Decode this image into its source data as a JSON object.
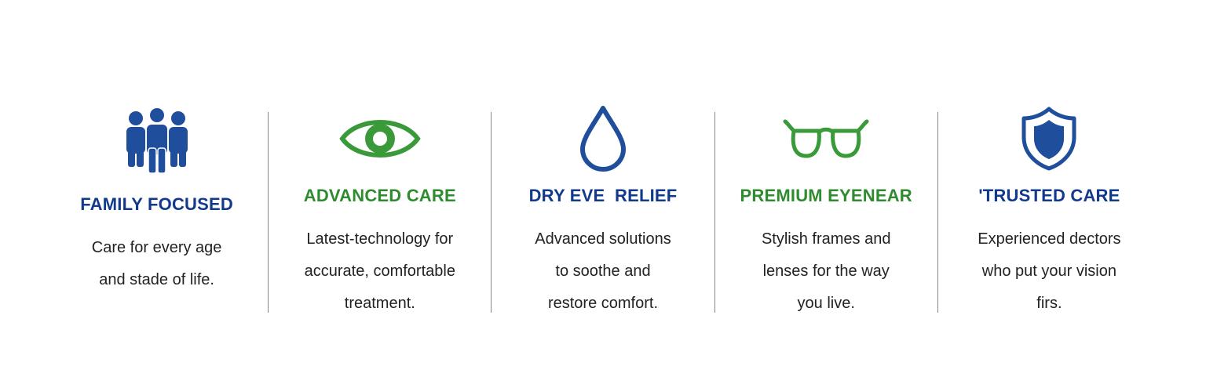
{
  "colors": {
    "blue": "#1f4e9c",
    "green": "#3a9a3a",
    "title_blue": "#123a8c",
    "title_green": "#2e8b2e",
    "divider": "#7f8a8f"
  },
  "features": [
    {
      "icon": "family-icon",
      "title": "FAMILY FOCUSED",
      "lines": [
        "Care for every age",
        "and stade of life."
      ]
    },
    {
      "icon": "eye-icon",
      "title": "ADVANCED CARE",
      "lines": [
        "Latest-technology for",
        "accurate, comfortable",
        "treatment."
      ]
    },
    {
      "icon": "water-drop-icon",
      "title": "DRY EVE  RELIEF",
      "lines": [
        "Advanced solutions",
        "to soothe and",
        "restore comfort."
      ]
    },
    {
      "icon": "eyeglasses-icon",
      "title": "PREMIUM EYENEAR",
      "lines": [
        "Stylish frames and",
        "lenses for the way",
        "you live."
      ]
    },
    {
      "icon": "shield-icon",
      "title": "'TRUSTED CARE",
      "lines": [
        "Experienced dectors",
        "who put your vision",
        "firs."
      ]
    }
  ]
}
